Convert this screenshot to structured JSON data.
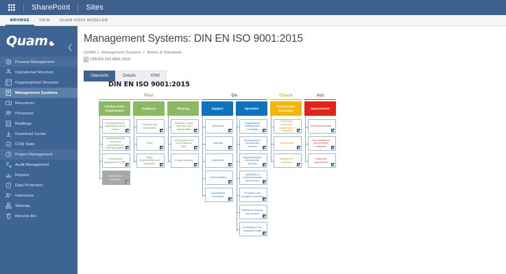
{
  "suitebar": {
    "waffle": "app-launcher",
    "brand": "SharePoint",
    "site": "Sites"
  },
  "ribbon": {
    "tabs": [
      {
        "label": "BROWSE",
        "active": true
      },
      {
        "label": "VIEW",
        "active": false
      },
      {
        "label": "QUAM VISIO MODELER",
        "active": false
      }
    ]
  },
  "sidebar": {
    "logo": "Quam",
    "items": [
      {
        "label": "Process Management",
        "icon": "gear-process-icon",
        "group": true,
        "selected": false
      },
      {
        "label": "Operational Structure",
        "icon": "hierarchy-icon",
        "group": false,
        "selected": false
      },
      {
        "label": "Organizational Structure",
        "icon": "org-chart-icon",
        "group": false,
        "selected": false
      },
      {
        "label": "Management Systems",
        "icon": "document-list-icon",
        "group": false,
        "selected": true
      },
      {
        "label": "Resources",
        "icon": "resources-icon",
        "group": false,
        "selected": false
      },
      {
        "label": "Personnel",
        "icon": "people-icon",
        "group": false,
        "selected": false
      },
      {
        "label": "Buildings",
        "icon": "building-icon",
        "group": false,
        "selected": false
      },
      {
        "label": "Download Center",
        "icon": "download-icon",
        "group": false,
        "selected": false
      },
      {
        "label": "CCM State",
        "icon": "shield-check-icon",
        "group": false,
        "selected": false
      },
      {
        "label": "Project Management",
        "icon": "clock-icon",
        "group": true,
        "selected": false
      },
      {
        "label": "Audit Management",
        "icon": "audit-icon",
        "group": false,
        "selected": false
      },
      {
        "label": "Reports",
        "icon": "chart-icon",
        "group": false,
        "selected": false
      },
      {
        "label": "Data Protection",
        "icon": "shield-icon",
        "group": false,
        "selected": false
      },
      {
        "label": "Interactive",
        "icon": "interactive-icon",
        "group": false,
        "selected": false
      },
      {
        "label": "Sitemap",
        "icon": "sitemap-icon",
        "group": false,
        "selected": false
      },
      {
        "label": "Recycle Bin",
        "icon": "trash-icon",
        "group": false,
        "selected": false
      }
    ]
  },
  "page": {
    "title": "Management Systems: DIN EN ISO 9001:2015",
    "breadcrumb": [
      "QUAM",
      "Management Systems",
      "Norms & Standards"
    ],
    "breadcrumb_doc": "DIN EN ISO 9001:2015",
    "tabs": [
      {
        "label": "Übersicht",
        "active": true
      },
      {
        "label": "Details",
        "active": false
      },
      {
        "label": "XRM",
        "active": false
      }
    ]
  },
  "diagram": {
    "title": "DIN EN ISO 9001:2015",
    "phases": [
      {
        "label": "Plan",
        "color": "#8cb861",
        "span": 3
      },
      {
        "label": "Do",
        "color": "#2a7cc7",
        "span": 2
      },
      {
        "label": "Check",
        "color": "#e8b12a",
        "span": 1
      },
      {
        "label": "Act",
        "color": "#e23b2e",
        "span": 1
      }
    ],
    "columns": [
      {
        "header": "Context of the Organisation",
        "color": "#8cb861",
        "text_color": "#6d9448",
        "items": [
          {
            "label": "Understanding the organisation and its context",
            "grey": false
          },
          {
            "label": "Understanding the needs and expectations of interested parties",
            "grey": false
          },
          {
            "label": "Choosing the applications of QMS",
            "grey": false
          },
          {
            "label": "QMS and its processes",
            "grey": true
          }
        ]
      },
      {
        "header": "Guidance",
        "color": "#8cb861",
        "text_color": "#6d9448",
        "items": [
          {
            "label": "Guidance and commitment",
            "grey": false
          },
          {
            "label": "Policy",
            "grey": false
          },
          {
            "label": "Roles, responsibilities and authorities",
            "grey": false
          }
        ]
      },
      {
        "header": "Planning",
        "color": "#8cb861",
        "text_color": "#6d9448",
        "items": [
          {
            "label": "Measures to deal with risks and opportunities",
            "grey": false
          },
          {
            "label": "Quality goals and how to achieve them",
            "grey": false
          },
          {
            "label": "Change planning",
            "grey": false
          }
        ]
      },
      {
        "header": "Support",
        "color": "#1071bd",
        "text_color": "#2a7cc7",
        "items": [
          {
            "label": "Resources",
            "grey": false
          },
          {
            "label": "Expertise",
            "grey": false
          },
          {
            "label": "Awareness",
            "grey": false
          },
          {
            "label": "Communication",
            "grey": false
          },
          {
            "label": "Documented information",
            "grey": false
          }
        ]
      },
      {
        "header": "Operation",
        "color": "#1071bd",
        "text_color": "#2a7cc7",
        "items": [
          {
            "label": "Organisational planning and controlling",
            "grey": false
          },
          {
            "label": "Development of products and services",
            "grey": false
          },
          {
            "label": "Requirements for products and services",
            "grey": false
          },
          {
            "label": "Optimizing of external products and services",
            "grey": false
          },
          {
            "label": "Production and provision of services",
            "grey": false
          },
          {
            "label": "Release of products and services",
            "grey": false
          },
          {
            "label": "Controlling of non-compliant results",
            "grey": false
          }
        ]
      },
      {
        "header": "Performance Evaluation",
        "color": "#f2b705",
        "text_color": "#e09a10",
        "items": [
          {
            "label": "Monitoring, measuring, analysing and evaluating",
            "grey": false
          },
          {
            "label": "Internal audit",
            "grey": false
          },
          {
            "label": "Management evaluation",
            "grey": false
          }
        ]
      },
      {
        "header": "Improvement",
        "color": "#e2231a",
        "text_color": "#e23b2e",
        "items": [
          {
            "label": "General information",
            "grey": false
          },
          {
            "label": "Non-compliance and corrective measures",
            "grey": false
          },
          {
            "label": "Continuous improvement",
            "grey": false
          }
        ]
      }
    ]
  }
}
